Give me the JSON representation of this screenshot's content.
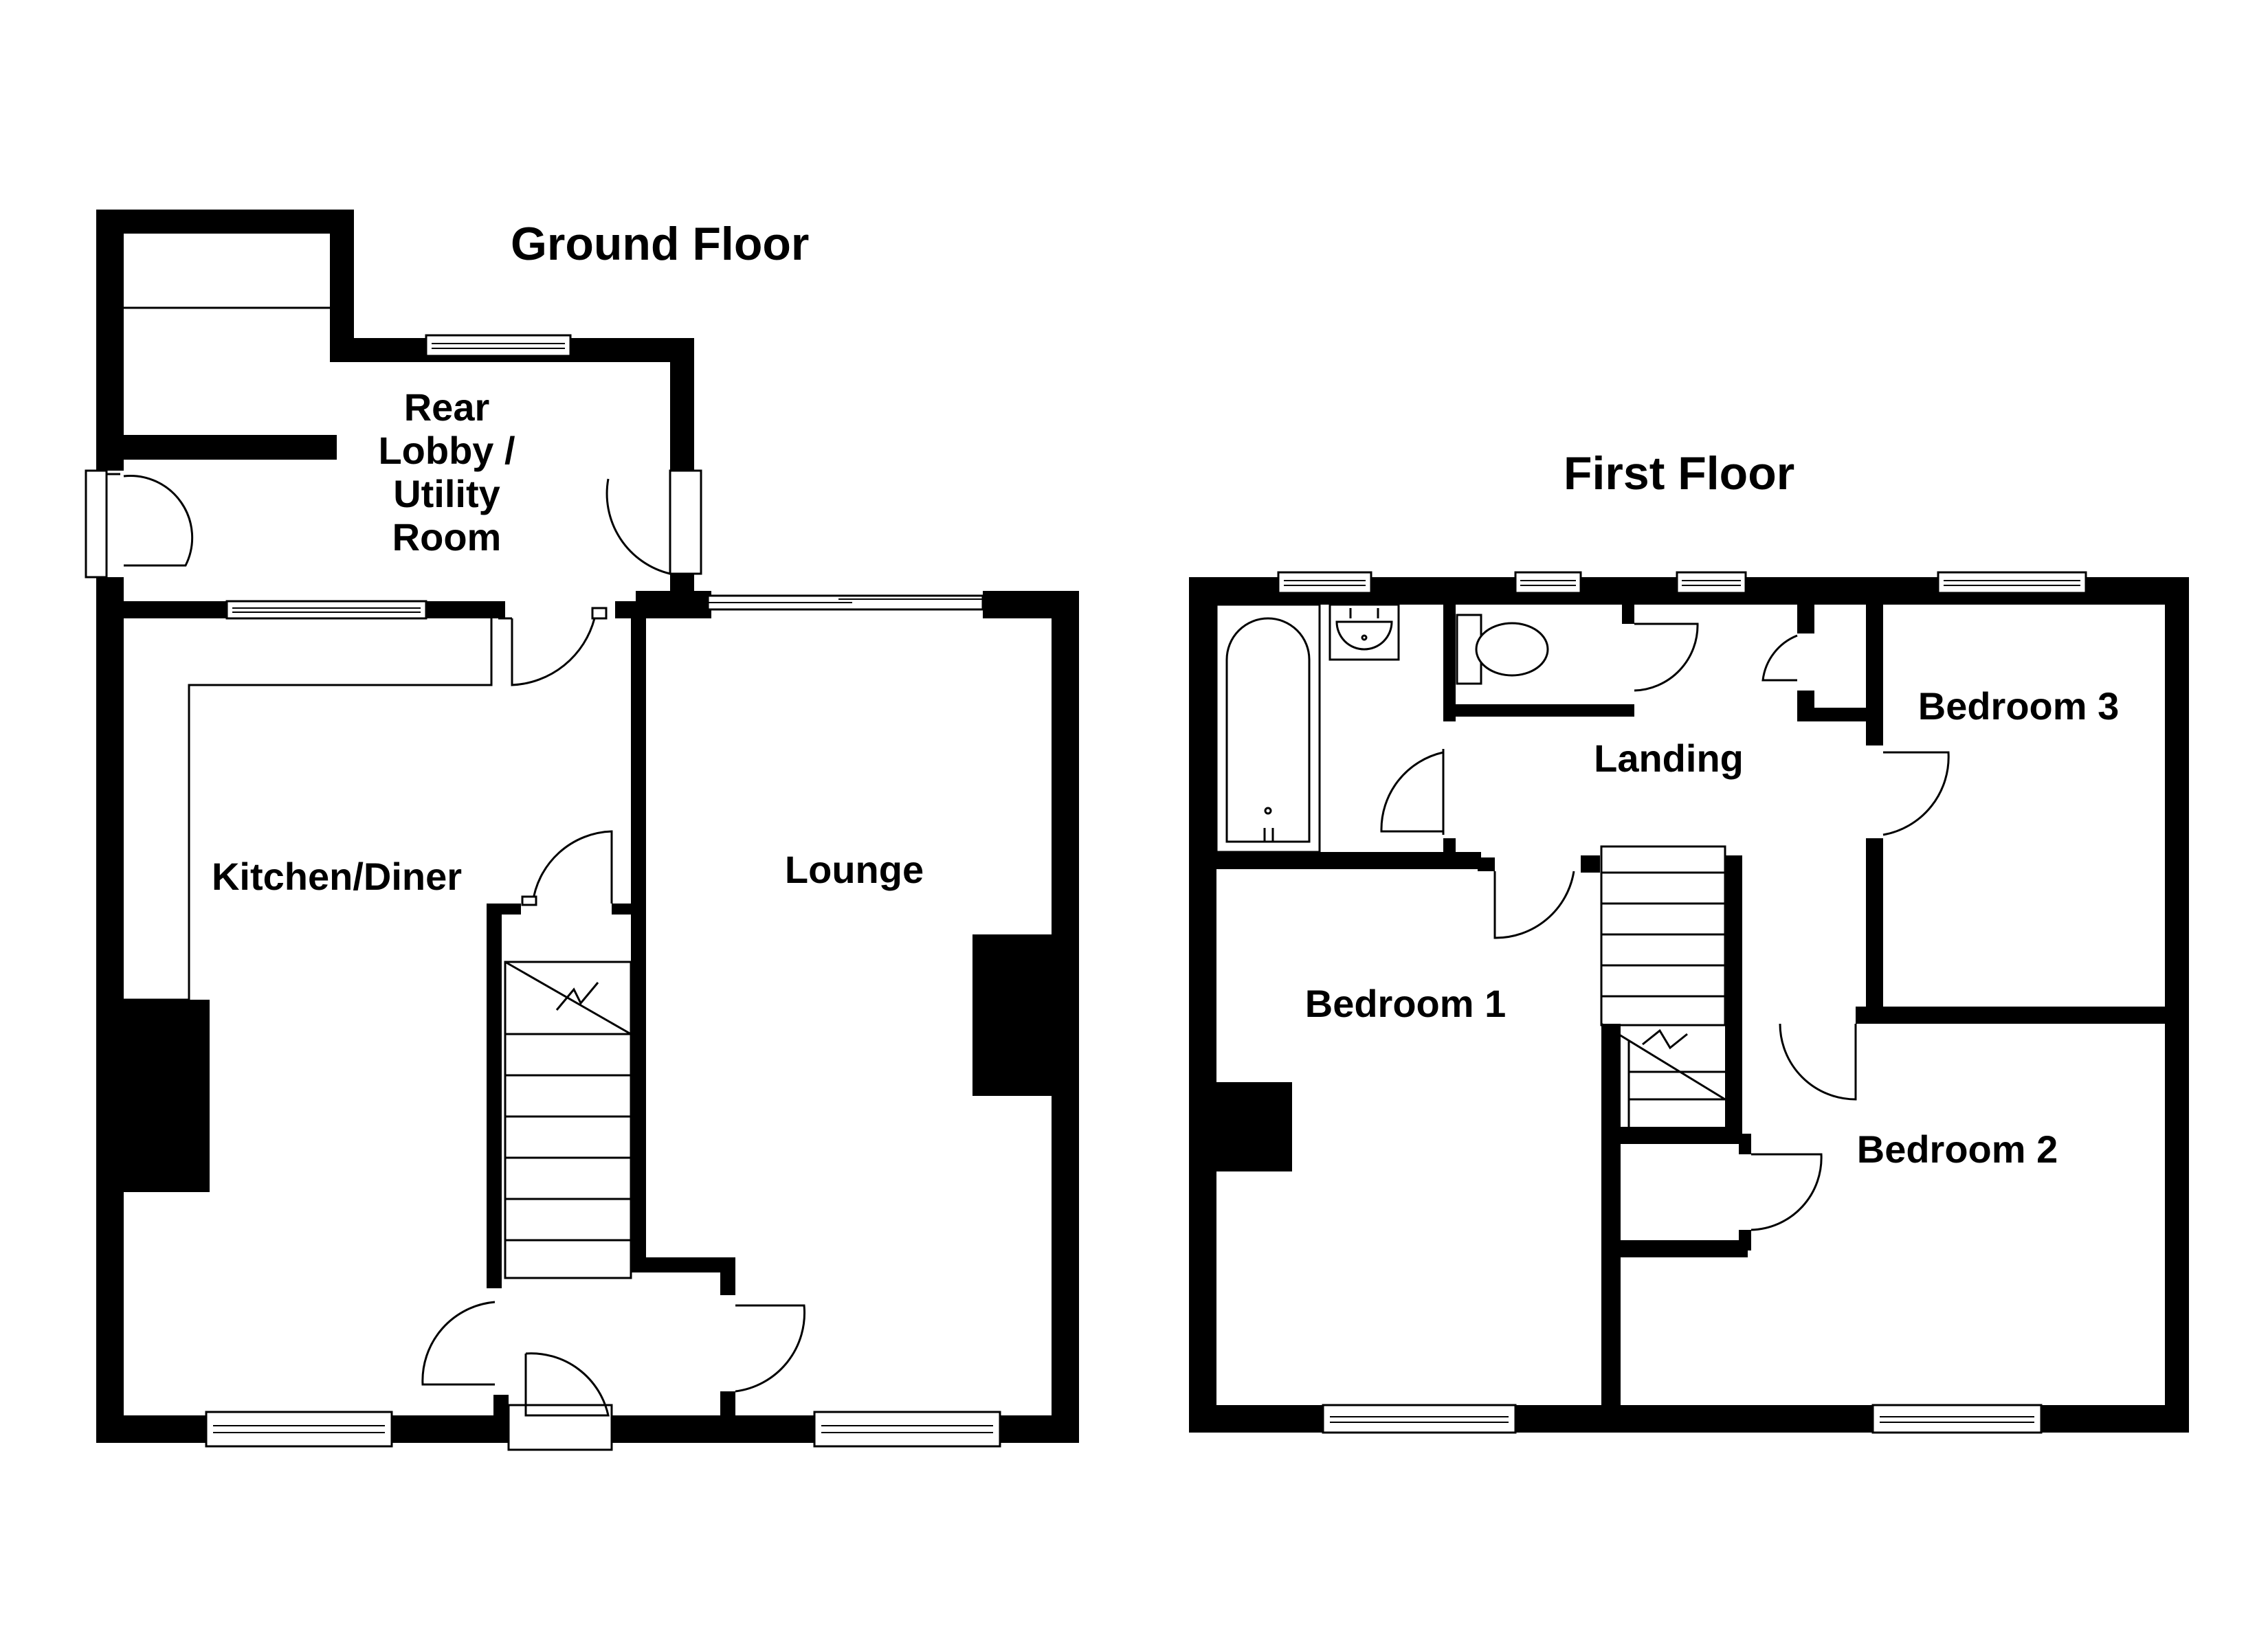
{
  "ground_floor": {
    "title": "Ground Floor",
    "rooms": {
      "rear_lobby": [
        "Rear",
        "Lobby /",
        "Utility",
        "Room"
      ],
      "kitchen_diner": "Kitchen/Diner",
      "lounge": "Lounge"
    }
  },
  "first_floor": {
    "title": "First Floor",
    "rooms": {
      "landing": "Landing",
      "bedroom_1": "Bedroom 1",
      "bedroom_2": "Bedroom 2",
      "bedroom_3": "Bedroom 3"
    }
  },
  "colors": {
    "wall": "#000000",
    "background": "#ffffff"
  }
}
